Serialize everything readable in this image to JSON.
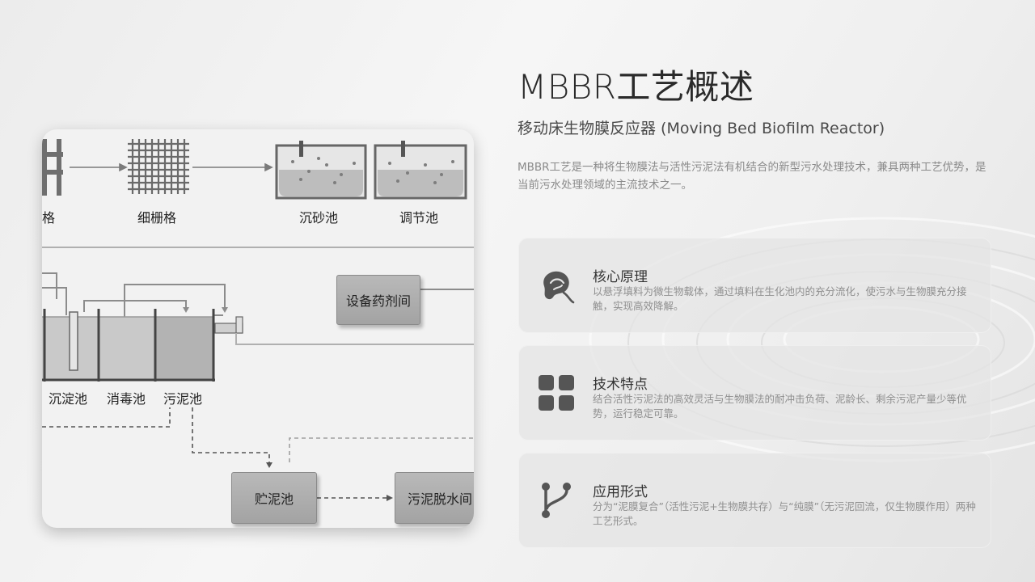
{
  "header": {
    "title": "MBBR工艺概述",
    "subtitle": "移动床生物膜反应器 (Moving Bed Biofilm Reactor)",
    "description": "MBBR工艺是一种将生物膜法与活性污泥法有机结合的新型污水处理技术，兼具两种工艺优势，是当前污水处理领域的主流技术之一。"
  },
  "diagram": {
    "labels": {
      "screen_partial": "格",
      "fine_screen": "细栅格",
      "grit_tank": "沉砂池",
      "equalization_tank": "调节池",
      "chemical_room": "设备药剂间",
      "sedimentation_tank": "沉淀池",
      "disinfection_tank": "消毒池",
      "sludge_tank": "污泥池",
      "sludge_storage": "贮泥池",
      "dewatering_room": "污泥脱水间"
    }
  },
  "features": [
    {
      "icon": "brain-icon",
      "title": "核心原理",
      "text": "以悬浮填料为微生物载体，通过填料在生化池内的充分流化，使污水与生物膜充分接触，实现高效降解。"
    },
    {
      "icon": "grid-icon",
      "title": "技术特点",
      "text": "结合活性污泥法的高效灵活与生物膜法的耐冲击负荷、泥龄长、剩余污泥产量少等优势，运行稳定可靠。"
    },
    {
      "icon": "branch-icon",
      "title": "应用形式",
      "text": "分为“泥膜复合”（活性污泥+生物膜共存）与“纯膜”（无污泥回流，仅生物膜作用）两种工艺形式。"
    }
  ],
  "colors": {
    "icon": "#555555",
    "card_bg": "#e4e4e4"
  }
}
